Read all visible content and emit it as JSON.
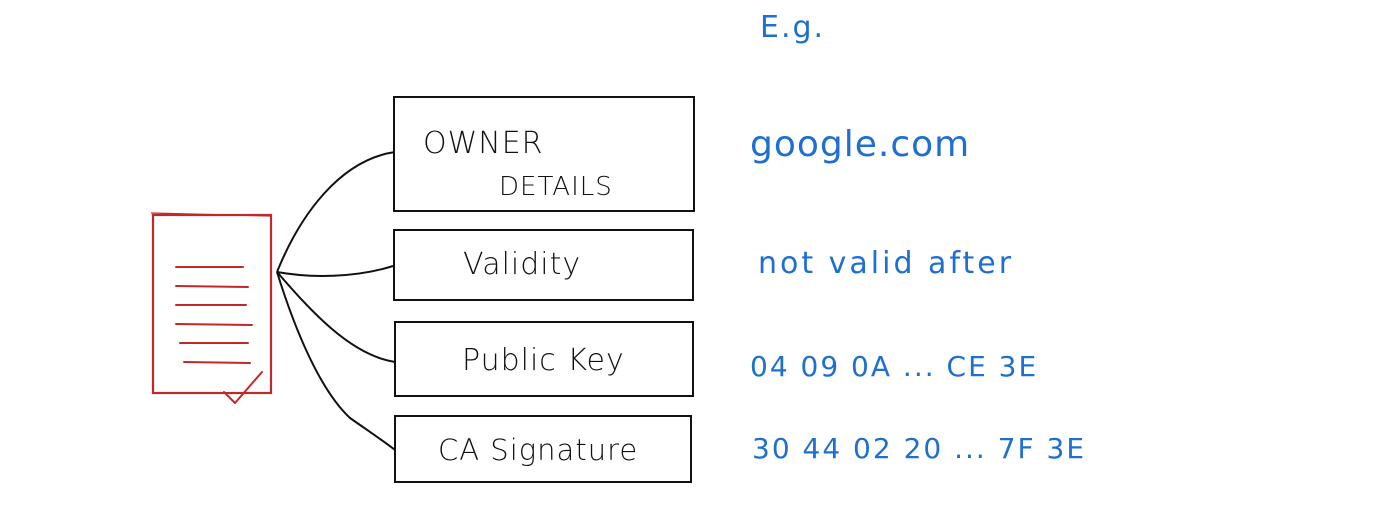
{
  "colors": {
    "ink": "#111111",
    "document": "#c0282a",
    "example": "#1e6fd0"
  },
  "document_icon": {
    "name": "certificate-document-icon",
    "line_count": 6
  },
  "example_header": "E.g.",
  "fields": [
    {
      "label_lines": [
        "OWNER",
        "DETAILS"
      ],
      "example": "google.com"
    },
    {
      "label_lines": [
        "Validity"
      ],
      "example": "not valid after"
    },
    {
      "label_lines": [
        "Public Key"
      ],
      "example": "04 09 0A ... CE 3E"
    },
    {
      "label_lines": [
        "CA Signature"
      ],
      "example": "30 44 02 20 ... 7F 3E"
    }
  ]
}
